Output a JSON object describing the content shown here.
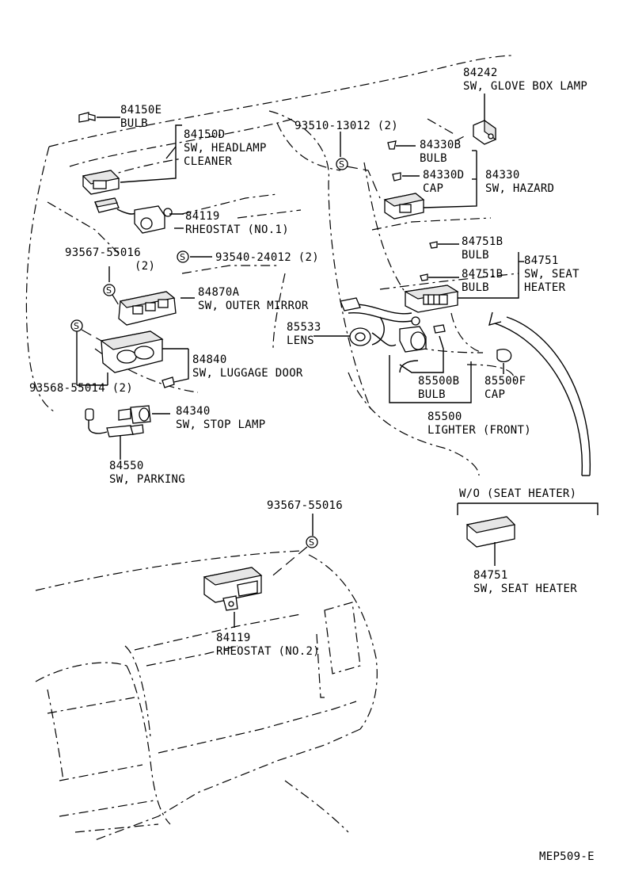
{
  "labels": {
    "p84242": [
      "84242",
      "SW, GLOVE BOX LAMP"
    ],
    "p84150E": [
      "84150E",
      "BULB"
    ],
    "p84150D": [
      "84150D",
      "SW, HEADLAMP",
      "CLEANER"
    ],
    "p93510": [
      "93510-13012 (2)"
    ],
    "p84330B": [
      "84330B",
      "BULB"
    ],
    "p84330D": [
      "84330D",
      "CAP"
    ],
    "p84330": [
      "84330",
      "SW, HAZARD"
    ],
    "p84119a": [
      "84119",
      "RHEOSTAT (NO.1)"
    ],
    "p93567a": [
      "93567-55016",
      "(2)"
    ],
    "p93540": [
      "93540-24012 (2)"
    ],
    "p84751B": [
      "84751B",
      "BULB"
    ],
    "p84751": [
      "84751",
      "SW, SEAT",
      "HEATER"
    ],
    "p84751B2": [
      "84751B",
      "BULB"
    ],
    "p84870A": [
      "84870A",
      "SW, OUTER MIRROR"
    ],
    "p85533": [
      "85533",
      "LENS"
    ],
    "p84840": [
      "84840",
      "SW, LUGGAGE DOOR"
    ],
    "p93568": [
      "93568-55014 (2)"
    ],
    "p85500B": [
      "85500B",
      "BULB"
    ],
    "p85500F": [
      "85500F",
      "CAP"
    ],
    "p84340": [
      "84340",
      "SW, STOP LAMP"
    ],
    "p85500": [
      "85500",
      "LIGHTER (FRONT)"
    ],
    "p84550": [
      "84550",
      "SW, PARKING"
    ],
    "p93567b": [
      "93567-55016"
    ],
    "woSeatHeater": [
      "W/O (SEAT HEATER)"
    ],
    "p84751b": [
      "84751",
      "SW, SEAT HEATER"
    ],
    "p84119b": [
      "84119",
      "RHEOSTAT (NO.2)"
    ],
    "footer": [
      "MEP509-E"
    ]
  },
  "screw_symbol": "S",
  "icons": {
    "screw": "circled-s-icon"
  }
}
